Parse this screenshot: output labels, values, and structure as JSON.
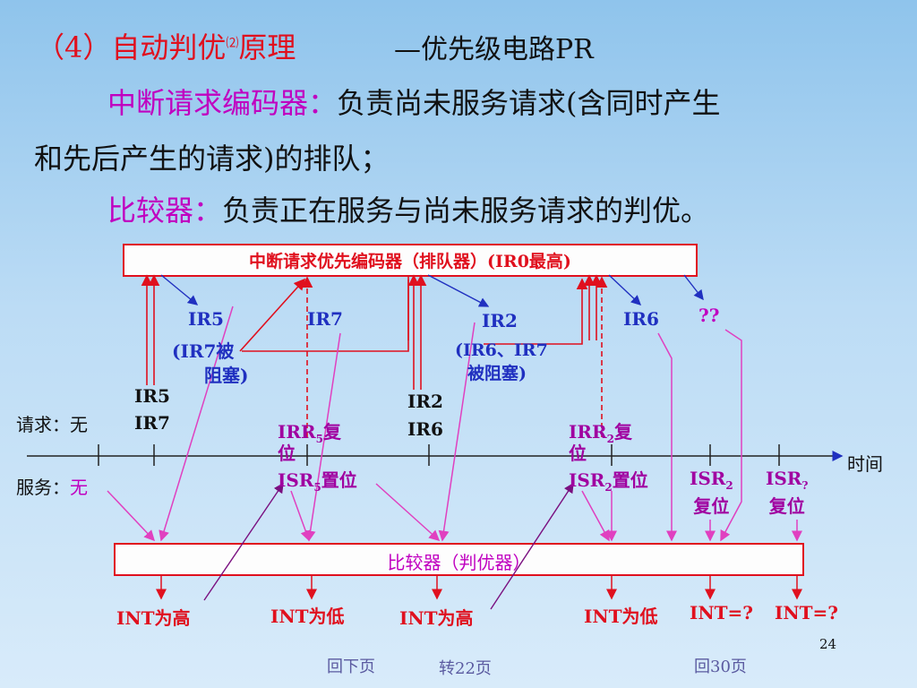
{
  "title": {
    "prefix": "（4）自动判优",
    "sup": "⑵",
    "suffix": "原理",
    "subtitle": "—优先级电路PR"
  },
  "lines": {
    "l1_label": "中断请求编码器：",
    "l1_text": "负责尚未服务请求(含同时产生",
    "l2_text": "和先后产生的请求)的排队；",
    "l3_label": "比较器：",
    "l3_text": "负责正在服务与尚未服务请求的判优。"
  },
  "encoder_box": "中断请求优先编码器（排队器）(IR0最高)",
  "comparator_box": "比较器（判优器）",
  "labels": {
    "ir5": "IR5",
    "ir5_note": "(IR7被",
    "ir5_note2": "阻塞)",
    "ir7": "IR7",
    "ir2": "IR2",
    "ir2_note": "(IR6、IR7",
    "ir2_note2": "被阻塞)",
    "ir6": "IR6",
    "qq": "??",
    "req_ir5": "IR5",
    "req_ir7": "IR7",
    "req_ir2": "IR2",
    "req_ir6": "IR6",
    "irr5": "IRR",
    "irr5_sub": "5",
    "irr5_tail": "复",
    "irr5_tail2": "位",
    "irr2": "IRR",
    "irr2_sub": "2",
    "irr2_tail": "复",
    "irr2_tail2": "位",
    "isr5": "ISR",
    "isr5_sub": "5",
    "isr5_tail": "置位",
    "isr2": "ISR",
    "isr2_sub": "2",
    "isr2_tail": "置位",
    "isr2r": "ISR",
    "isr2r_sub": "2",
    "isr2r_tail": "复位",
    "isrq": "ISR",
    "isrq_sub": "?",
    "isrq_tail": "复位",
    "time": "时间",
    "req_label": "请求：",
    "req_val": "无",
    "svc_label": "服务：",
    "svc_val": "无"
  },
  "outputs": [
    "INT为高",
    "INT为低",
    "INT为高",
    "INT为低",
    "INT=?",
    "INT=?"
  ],
  "page_number": "24",
  "footer": {
    "back": "回下页",
    "goto": "转22页",
    "ret": "回30页"
  },
  "colors": {
    "red": "#e0101e",
    "purple": "#c000c0",
    "blue": "#2030c0",
    "magenta_line": "#e040c0"
  }
}
